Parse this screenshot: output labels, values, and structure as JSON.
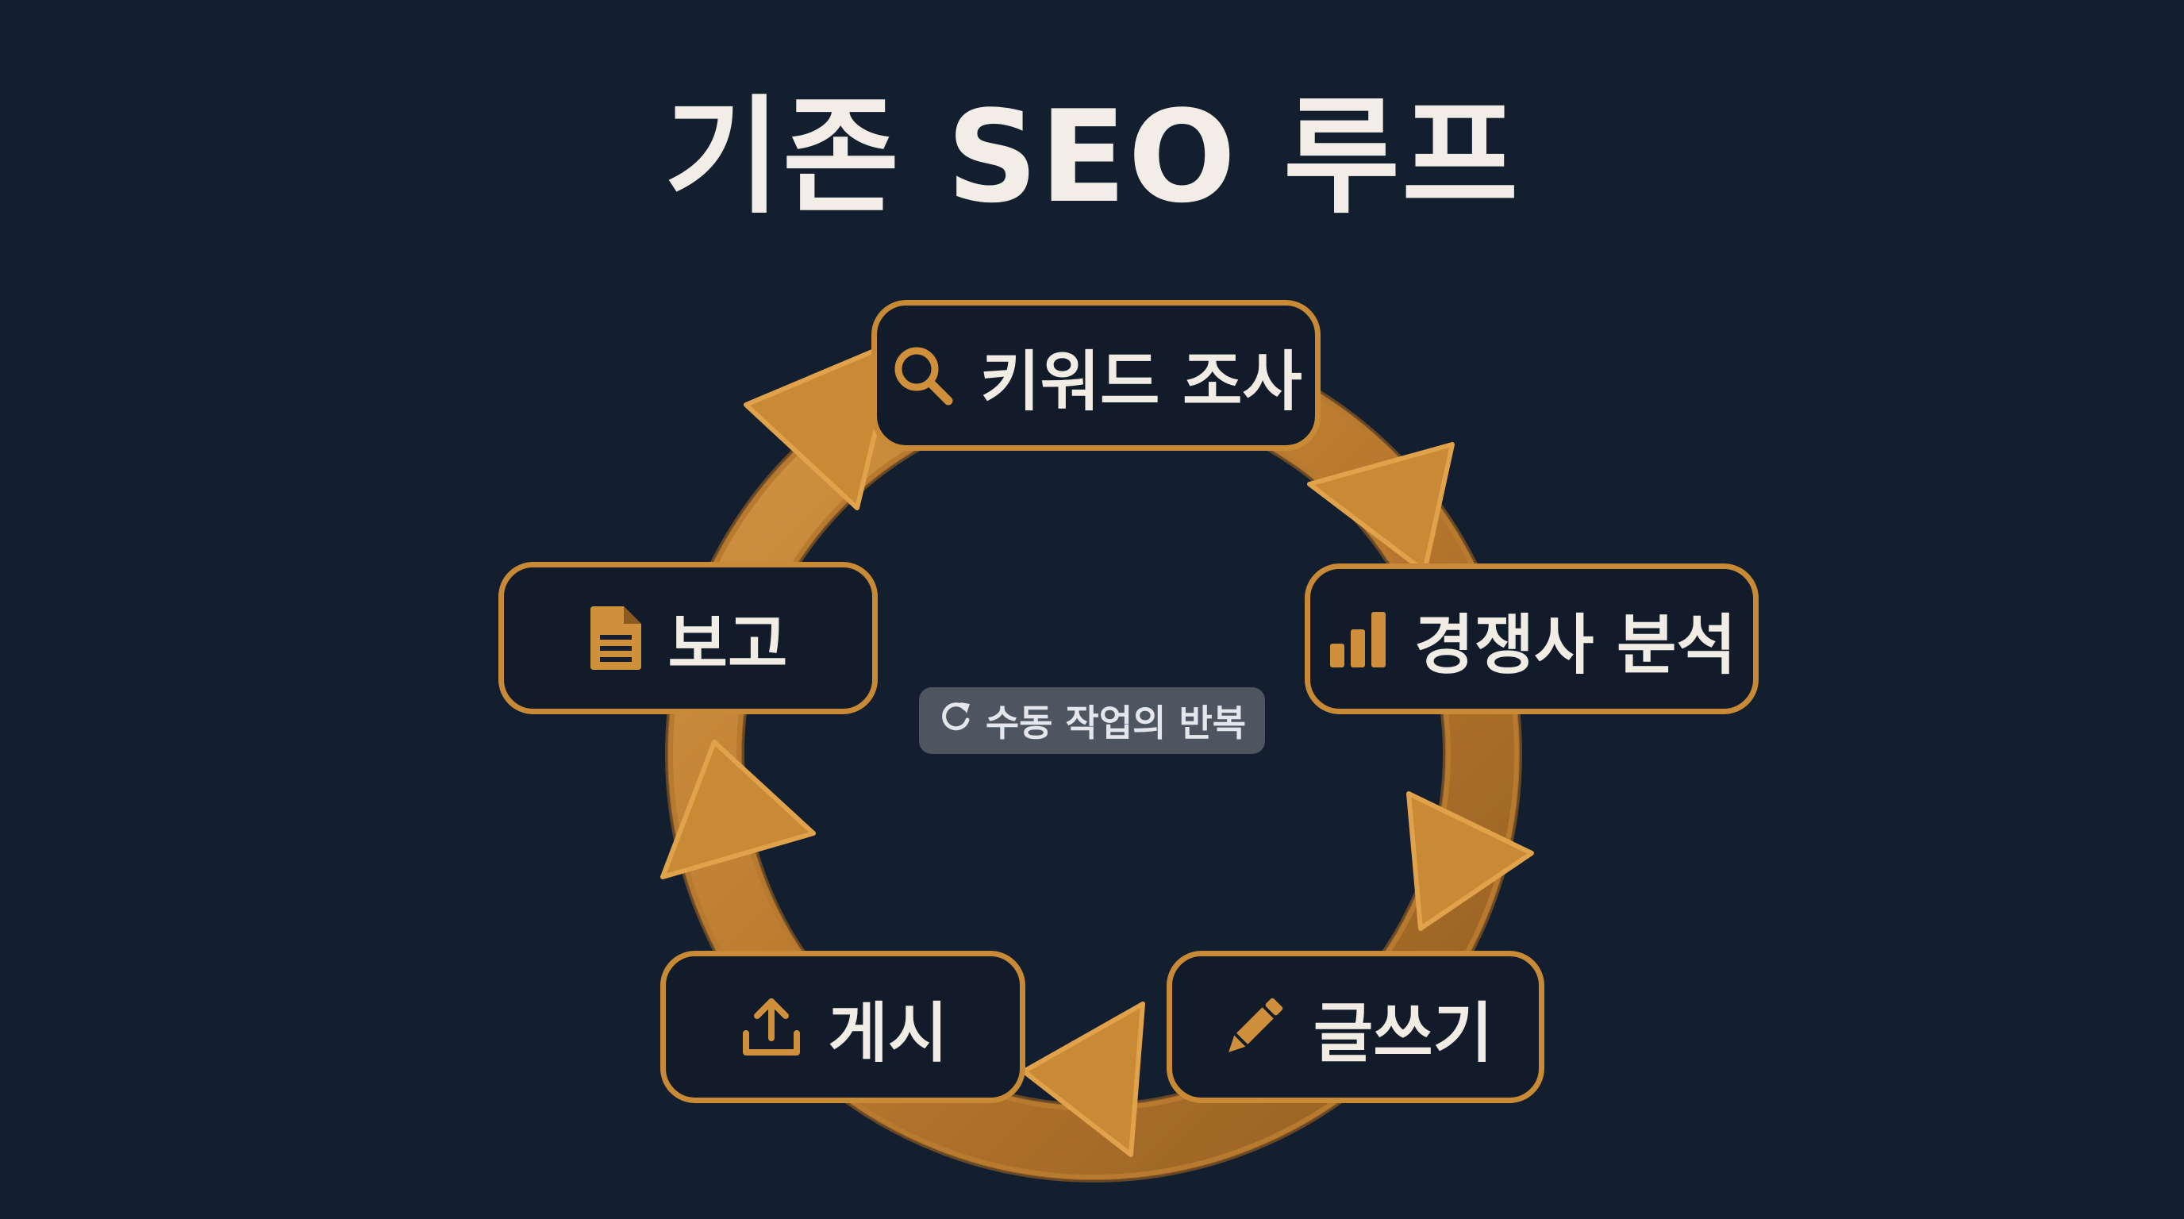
{
  "title": "기존 SEO 루프",
  "nodes": {
    "keyword": {
      "label": "키워드 조사",
      "icon": "search-icon"
    },
    "competitor": {
      "label": "경쟁사 분석",
      "icon": "bar-chart-icon"
    },
    "writing": {
      "label": "글쓰기",
      "icon": "pencil-icon"
    },
    "publish": {
      "label": "게시",
      "icon": "upload-icon"
    },
    "report": {
      "label": "보고",
      "icon": "document-icon"
    }
  },
  "center": {
    "label": "수동 작업의 반복",
    "icon": "refresh-icon"
  },
  "colors": {
    "background": "#131e2e",
    "accent": "#c98a35",
    "text": "#f1ece4",
    "badge": "#4c5560"
  }
}
